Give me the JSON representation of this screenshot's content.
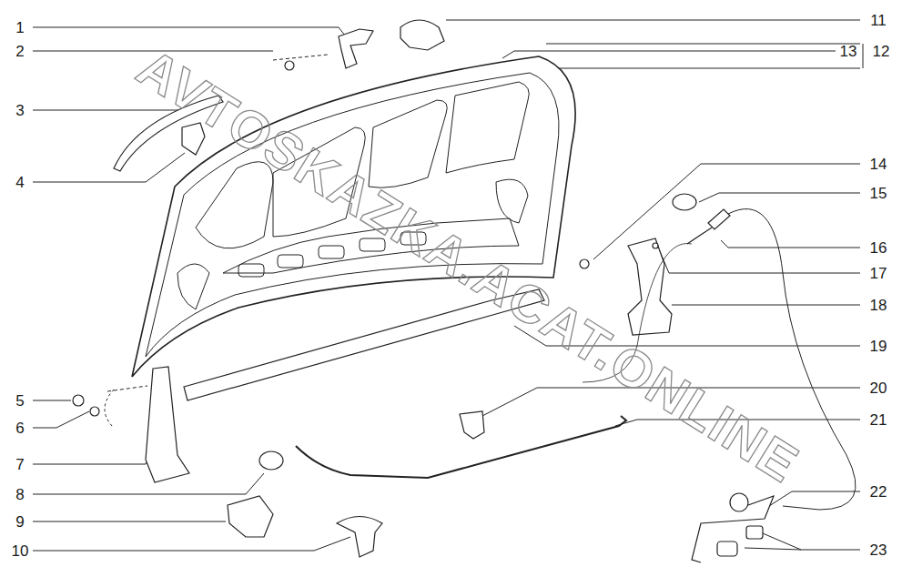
{
  "diagram": {
    "labels": [
      "1",
      "2",
      "3",
      "4",
      "5",
      "6",
      "7",
      "8",
      "9",
      "10",
      "11",
      "13",
      "12",
      "14",
      "15",
      "16",
      "17",
      "18",
      "19",
      "20",
      "21",
      "22",
      "23",
      "AVTOSKAZKA.ACAT.ONLINE"
    ]
  }
}
